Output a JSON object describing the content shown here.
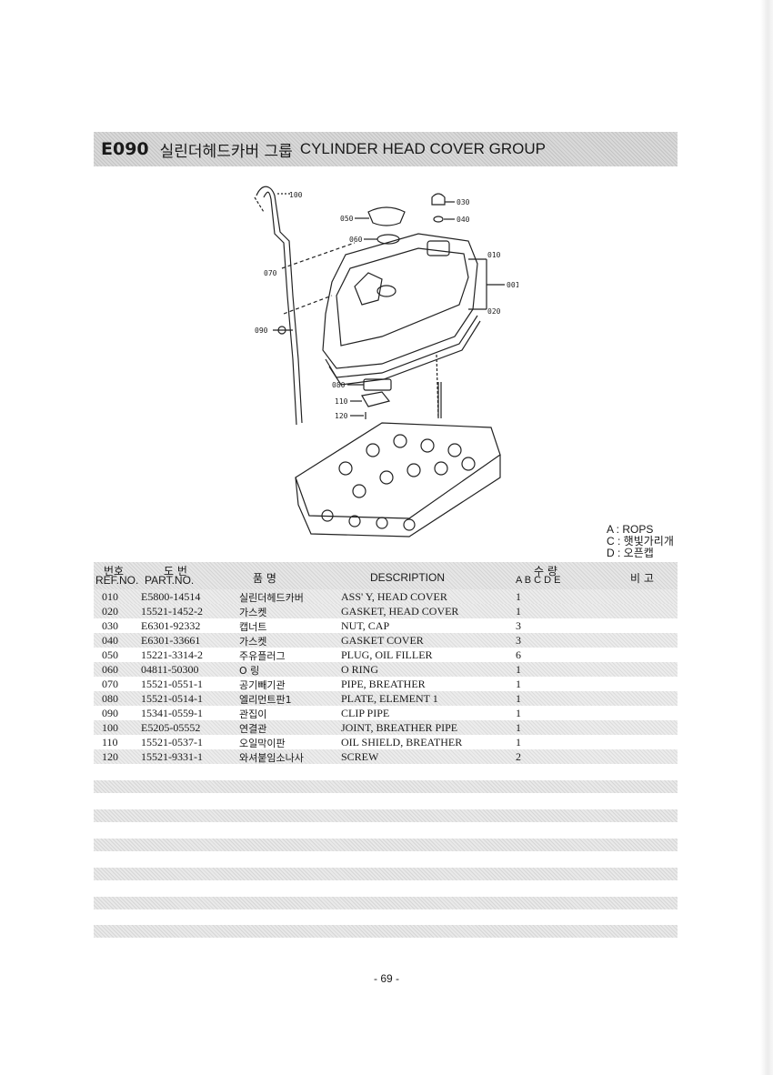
{
  "title": {
    "code": "E090",
    "korean": "실린더헤드카버 그룹",
    "english": "CYLINDER HEAD COVER GROUP"
  },
  "diagram_labels": {
    "l100": "100",
    "l030": "030",
    "l040": "040",
    "l050": "050",
    "l060": "060",
    "l010": "010",
    "l001": "001",
    "l020": "020",
    "l070": "070",
    "l090": "090",
    "l080": "080",
    "l110": "110",
    "l120": "120"
  },
  "legend": {
    "a": "A : ROPS",
    "c": "C : 햇빛가리개",
    "d": "D : 오픈캡"
  },
  "table_header": {
    "ref_ko": "번호",
    "ref_en": "REF.NO.",
    "part_ko": "도  번",
    "part_en": "PART.NO.",
    "name_ko": "품    명",
    "description": "DESCRIPTION",
    "qty_ko": "수   량",
    "qty_cols": "A  B  C  D  E",
    "remarks_ko": "비  고"
  },
  "parts": [
    {
      "ref": "010",
      "part": "E5800-14514",
      "name": "실린더헤드카버",
      "desc": "ASS' Y, HEAD COVER",
      "qty": "1"
    },
    {
      "ref": "020",
      "part": "15521-1452-2",
      "name": "가스켓",
      "desc": "GASKET, HEAD COVER",
      "qty": "1"
    },
    {
      "ref": "030",
      "part": "E6301-92332",
      "name": "캡너트",
      "desc": "NUT, CAP",
      "qty": "3"
    },
    {
      "ref": "040",
      "part": "E6301-33661",
      "name": "가스켓",
      "desc": "GASKET COVER",
      "qty": "3"
    },
    {
      "ref": "050",
      "part": "15221-3314-2",
      "name": "주유플러그",
      "desc": "PLUG, OIL FILLER",
      "qty": "6"
    },
    {
      "ref": "060",
      "part": "04811-50300",
      "name": "O 링",
      "desc": "O RING",
      "qty": "1"
    },
    {
      "ref": "070",
      "part": "15521-0551-1",
      "name": "공기빼기관",
      "desc": "PIPE, BREATHER",
      "qty": "1"
    },
    {
      "ref": "080",
      "part": "15521-0514-1",
      "name": "엘리먼트판1",
      "desc": "PLATE, ELEMENT 1",
      "qty": "1"
    },
    {
      "ref": "090",
      "part": "15341-0559-1",
      "name": "관집이",
      "desc": "CLIP PIPE",
      "qty": "1"
    },
    {
      "ref": "100",
      "part": "E5205-05552",
      "name": "연결관",
      "desc": "JOINT, BREATHER PIPE",
      "qty": "1"
    },
    {
      "ref": "110",
      "part": "15521-0537-1",
      "name": "오일막이판",
      "desc": "OIL SHIELD, BREATHER",
      "qty": "1"
    },
    {
      "ref": "120",
      "part": "15521-9331-1",
      "name": "와셔붙임소나사",
      "desc": "SCREW",
      "qty": "2"
    }
  ],
  "page_number": "- 69 -"
}
